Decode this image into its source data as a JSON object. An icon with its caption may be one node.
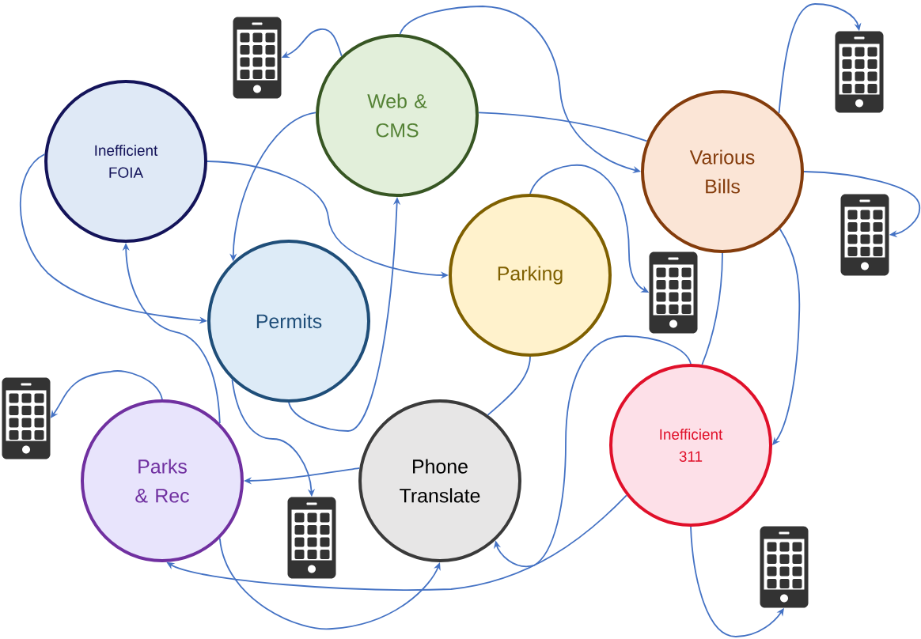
{
  "diagram": {
    "nodes": [
      {
        "text": [
          "Inefficient FOIA"
        ]
      },
      {
        "text": [
          "Web & CMS"
        ]
      },
      {
        "text": [
          "Various Bills"
        ]
      },
      {
        "text": [
          "Parking"
        ]
      },
      {
        "text": [
          "Permits"
        ]
      },
      {
        "text": [
          "Parks & Rec"
        ]
      },
      {
        "text": [
          "Phone Translate"
        ]
      },
      {
        "text": [
          "Inefficient 311"
        ]
      },
      {
        "text": [],
        "shape": "picture"
      },
      {
        "text": [],
        "shape": "picture"
      },
      {
        "text": [],
        "shape": "picture"
      },
      {
        "text": [],
        "shape": "picture"
      },
      {
        "text": [],
        "shape": "picture"
      },
      {
        "text": [],
        "shape": "picture"
      },
      {
        "text": [],
        "shape": "picture"
      }
    ],
    "edges": [
      {
        "from": 0,
        "to": 4,
        "arrow": "to"
      },
      {
        "from": 0,
        "to": 3,
        "arrow": "to"
      },
      {
        "from": 1,
        "to": 8,
        "arrow": "to"
      },
      {
        "from": 1,
        "to": 2,
        "arrow": "to"
      },
      {
        "from": 1,
        "to": 2,
        "arrow": "none"
      },
      {
        "from": 1,
        "to": 4,
        "arrow": "to"
      },
      {
        "from": 5,
        "to": 0,
        "arrow": "to"
      },
      {
        "from": 4,
        "to": 1,
        "arrow": "to"
      },
      {
        "from": 4,
        "to": 13,
        "arrow": "to"
      },
      {
        "from": 5,
        "to": 12,
        "arrow": "to"
      },
      {
        "from": 6,
        "to": 5,
        "arrow": "to"
      },
      {
        "from": 5,
        "to": 6,
        "arrow": "to"
      },
      {
        "from": 3,
        "to": 11,
        "arrow": "to"
      },
      {
        "from": 3,
        "to": 6,
        "arrow": "none"
      },
      {
        "from": 2,
        "to": 9,
        "arrow": "to"
      },
      {
        "from": 2,
        "to": 10,
        "arrow": "to"
      },
      {
        "from": 2,
        "to": 7,
        "arrow": "none"
      },
      {
        "from": 2,
        "to": 7,
        "arrow": "to"
      },
      {
        "from": 7,
        "to": 6,
        "arrow": "to"
      },
      {
        "from": 7,
        "to": 5,
        "arrow": "to"
      },
      {
        "from": 7,
        "to": 14,
        "arrow": "to"
      }
    ]
  }
}
